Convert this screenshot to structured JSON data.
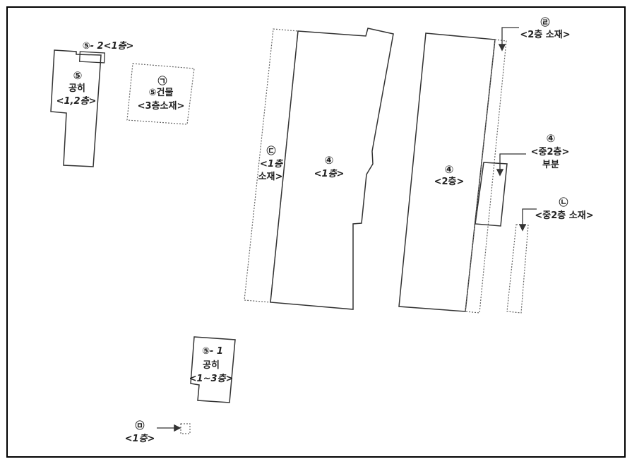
{
  "labels": {
    "b5_title": "⑤",
    "b5_name": "공히",
    "b5_floors": "<1,2층>",
    "b52_label": "⑤- 2<1층>",
    "bg_mark": "㉠",
    "bg_name": "⑤건물",
    "bg_floors": "<3층소재>",
    "bc_mark": "㉢",
    "bc_floor": "<1층",
    "bc_text": "소재>",
    "b4_1_mark": "④",
    "b4_1_floor": "<1층>",
    "b4_2_mark": "④",
    "b4_2_floor": "<2층>",
    "r_mark": "㉣",
    "r_text": "<2층 소재>",
    "mez_mark": "④",
    "mez_text": "<중2층>",
    "mez_part": "부분",
    "l_mark": "㉡",
    "l_text": "<중2층 소재>",
    "b51_title": "⑤- 1",
    "b51_name": "공히",
    "b51_floors": "<1~3층>",
    "m_mark": "㉤",
    "m_floor": "<1층>"
  },
  "colors": {
    "line": "#333333",
    "dashed": "#666666",
    "frame": "#000000"
  }
}
